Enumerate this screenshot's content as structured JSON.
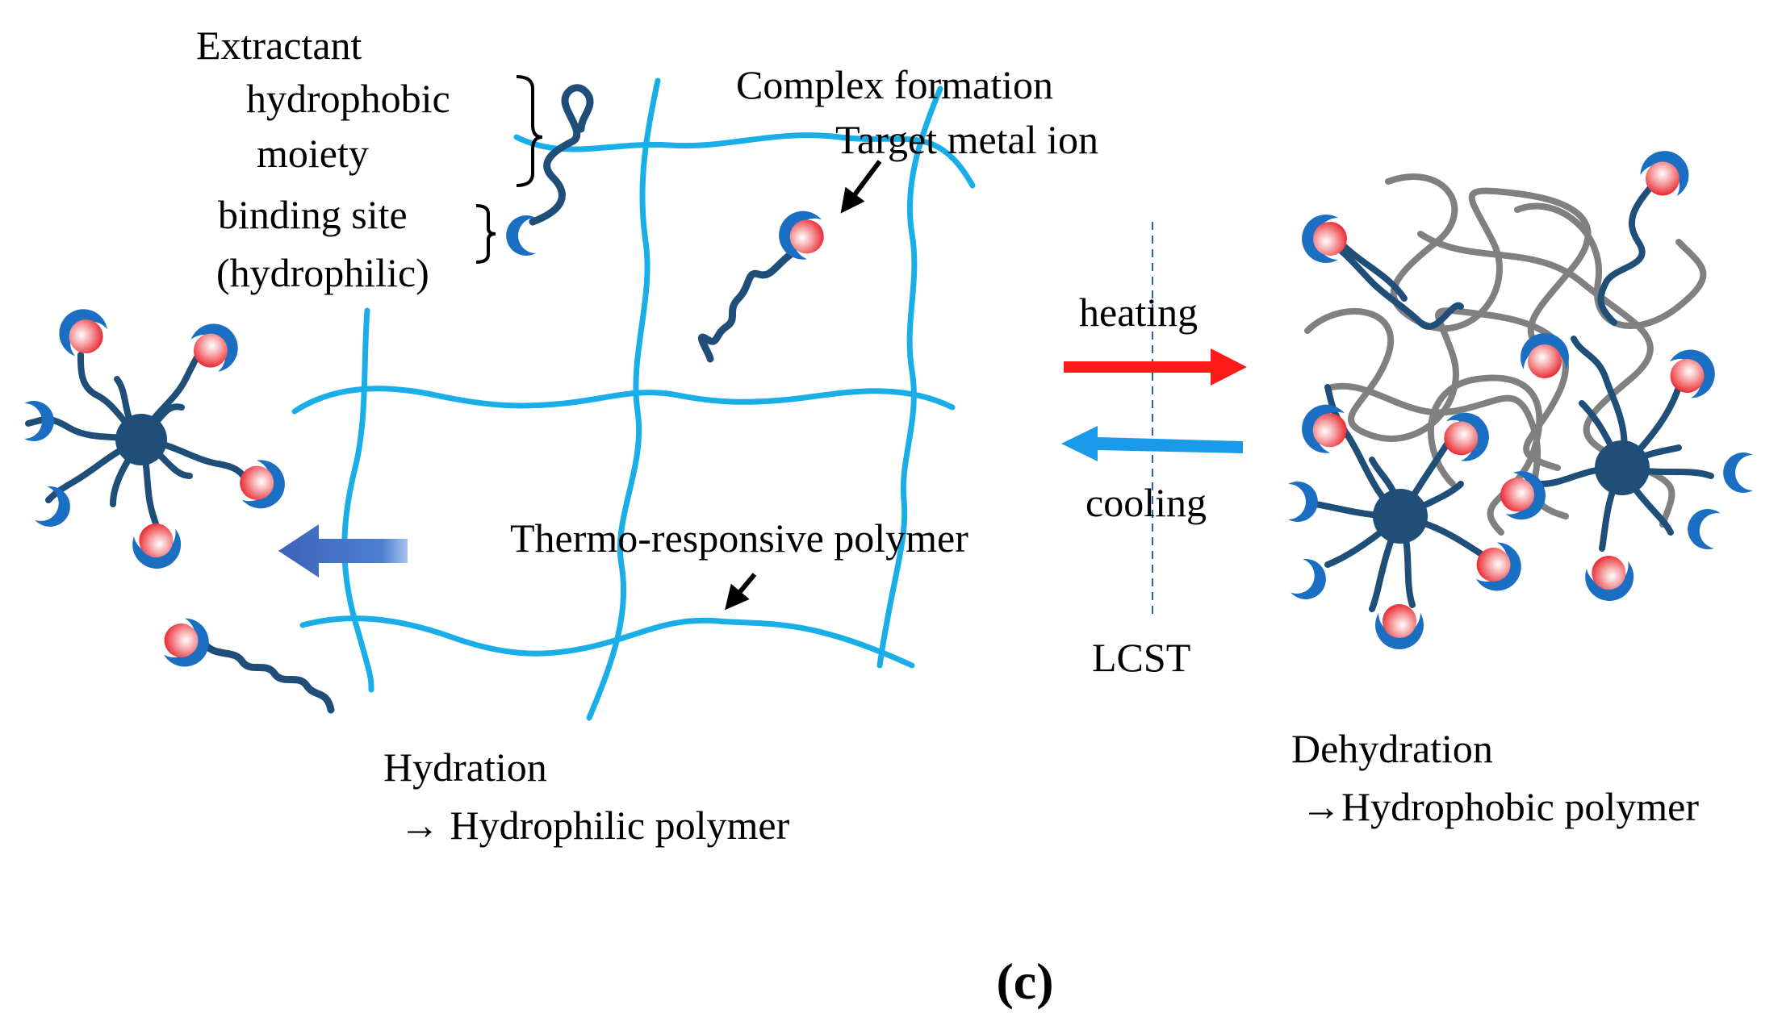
{
  "labels": {
    "extractant": "Extractant",
    "hydrophobic": "hydrophobic",
    "moiety": "moiety",
    "binding_site": "binding site",
    "hydrophilic_paren": "(hydrophilic)",
    "complex_formation": "Complex formation",
    "target_metal_ion": "Target metal ion",
    "heating": "heating",
    "cooling": "cooling",
    "lcst": "LCST",
    "thermo_polymer": "Thermo-responsive polymer",
    "hydration": "Hydration",
    "hydrophilic_polymer": "→ Hydrophilic polymer",
    "dehydration": "Dehydration",
    "hydrophobic_polymer": "→Hydrophobic polymer",
    "panel": "(c)"
  },
  "colors": {
    "polymer_blue": "#1aaee8",
    "extractant_navy": "#1f4e79",
    "binding_blue": "#1b6fc2",
    "ion_red": "#e8262e",
    "heating_red": "#ff1a1a",
    "cooling_blue": "#1a9bea",
    "release_arrow": "#4472c4",
    "collapsed_gray": "#808080",
    "lcst_line": "#2e5fa8"
  }
}
